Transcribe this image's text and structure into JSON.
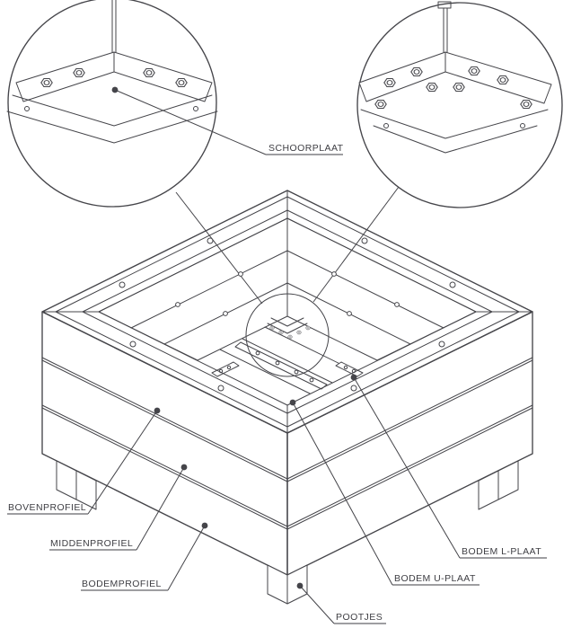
{
  "diagram": {
    "type": "technical-assembly-drawing",
    "labels": {
      "schoorplaat": "SCHOORPLAAT",
      "bovenprofiel": "BOVENPROFIEL",
      "middenprofiel": "MIDDENPROFIEL",
      "bodemprofiel": "BODEMPROFIEL",
      "pootjes": "POOTJES",
      "bodem_u_plaat": "BODEM U-PLAAT",
      "bodem_l_plaat": "BODEM L-PLAAT"
    },
    "colors": {
      "line": "#45454a",
      "text": "#3e3e43",
      "background": "#ffffff"
    }
  }
}
